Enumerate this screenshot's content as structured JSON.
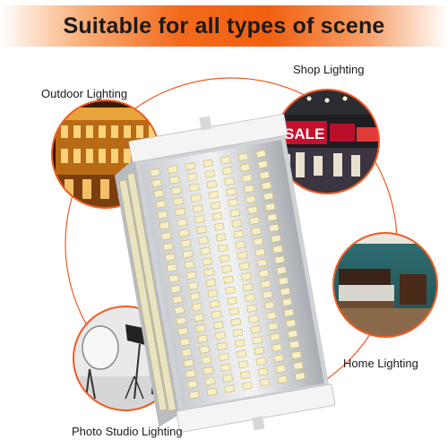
{
  "banner": {
    "title": "Suitable for all types of scene",
    "color": "#f36a1c"
  },
  "scenes": [
    {
      "label": "Outdoor Lighting",
      "icon": "building-night-photo"
    },
    {
      "label": "Shop Lighting",
      "icon": "store-signage-photo"
    },
    {
      "label": "Home Lighting",
      "icon": "bedroom-photo"
    },
    {
      "label": "Photo Studio Lighting",
      "icon": "photo-studio-photo"
    }
  ],
  "product": {
    "icon": "r7s-led-bulb",
    "frame_color": "#f15a22"
  },
  "shop_sign": {
    "text": "SALE"
  }
}
